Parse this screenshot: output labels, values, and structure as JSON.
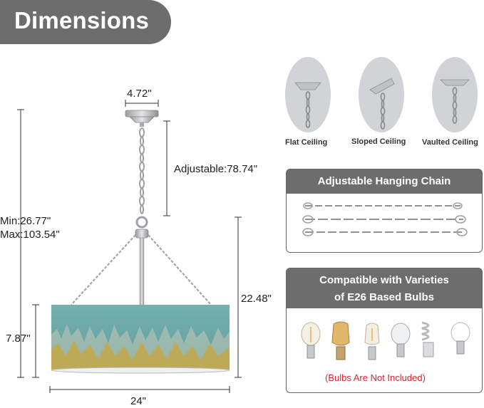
{
  "header": {
    "title": "Dimensions"
  },
  "dimensions": {
    "canopy_width": "4.72\"",
    "chain_adjustable": "Adjustable:78.74\"",
    "min_height": "Min:26.77\"",
    "max_height": "Max:103.54\"",
    "body_height": "22.48\"",
    "shade_height": "7.87\"",
    "shade_width": "24\""
  },
  "ceilings": [
    {
      "label": "Flat Ceiling"
    },
    {
      "label": "Sloped Ceiling"
    },
    {
      "label": "Vaulted Ceiling"
    }
  ],
  "chain_panel": {
    "title": "Adjustable Hanging Chain"
  },
  "bulbs_panel": {
    "title_line1": "Compatible with Varieties",
    "title_line2": "of E26 Based Bulbs",
    "note": "(Bulbs Are Not Included)"
  },
  "colors": {
    "header_gray": "#6d6d6d",
    "shade_teal": "#6aa9a8",
    "gold_accent": "#c9a53a",
    "note_red": "#e0242a"
  }
}
